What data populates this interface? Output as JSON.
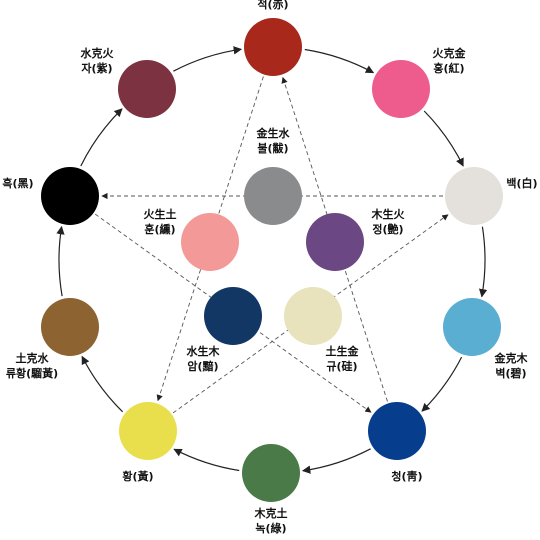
{
  "colors": [
    {
      "id": "jeok",
      "line1": "적(赤)",
      "line2": "",
      "fill": "#a8281c"
    },
    {
      "id": "hong",
      "line1": "火克金",
      "line2": "홍(紅)",
      "fill": "#ee5c8e"
    },
    {
      "id": "baek",
      "line1": "백(白)",
      "line2": "",
      "fill": "#e4e1dc"
    },
    {
      "id": "byeok",
      "line1": "金克木",
      "line2": "벽(碧)",
      "fill": "#5aaed2"
    },
    {
      "id": "cheong",
      "line1": "청(靑)",
      "line2": "",
      "fill": "#063d8c"
    },
    {
      "id": "nok",
      "line1": "木克土",
      "line2": "녹(綠)",
      "fill": "#497a48"
    },
    {
      "id": "hwang",
      "line1": "황(黃)",
      "line2": "",
      "fill": "#e9df4c"
    },
    {
      "id": "ryuhwang",
      "line1": "土克水",
      "line2": "류황(騮黃)",
      "fill": "#8d6332"
    },
    {
      "id": "heuk",
      "line1": "흑(黑)",
      "line2": "",
      "fill": "#000000"
    },
    {
      "id": "ja",
      "line1": "水克火",
      "line2": "자(紫)",
      "fill": "#7c3240"
    },
    {
      "id": "bul",
      "line1": "金生水",
      "line2": "불(黻)",
      "fill": "#8a8b8d"
    },
    {
      "id": "jeong",
      "line1": "木生火",
      "line2": "정(艶)",
      "fill": "#6b4784"
    },
    {
      "id": "gyu",
      "line1": "土生金",
      "line2": "규(硅)",
      "fill": "#e8e3bd"
    },
    {
      "id": "am",
      "line1": "水生木",
      "line2": "암(黯)",
      "fill": "#133764"
    },
    {
      "id": "hun",
      "line1": "火生土",
      "line2": "훈(纁)",
      "fill": "#f39a98"
    }
  ],
  "connectors": {
    "ring_color": "#222222",
    "dash_color": "#555555"
  }
}
